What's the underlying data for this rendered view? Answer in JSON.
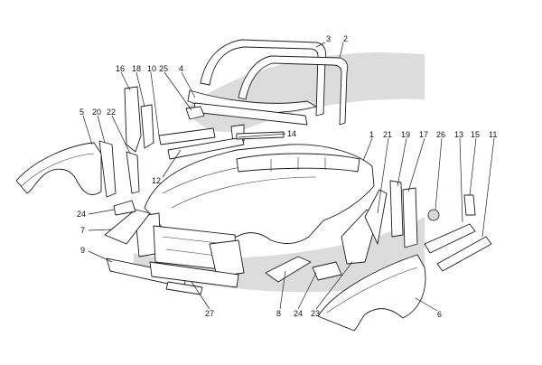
{
  "diagram": {
    "colors": {
      "background": "#ffffff",
      "swoosh": "#dcdcdc",
      "line": "#1c1c1c",
      "shade": "#d6d6d6"
    },
    "callouts": [
      {
        "id": "c1",
        "label": "1"
      },
      {
        "id": "c2",
        "label": "2"
      },
      {
        "id": "c3",
        "label": "3"
      },
      {
        "id": "c4",
        "label": "4"
      },
      {
        "id": "c5",
        "label": "5"
      },
      {
        "id": "c6",
        "label": "6"
      },
      {
        "id": "c7",
        "label": "7"
      },
      {
        "id": "c8",
        "label": "8"
      },
      {
        "id": "c9",
        "label": "9"
      },
      {
        "id": "c10",
        "label": "10"
      },
      {
        "id": "c11",
        "label": "11"
      },
      {
        "id": "c12",
        "label": "12"
      },
      {
        "id": "c13",
        "label": "13"
      },
      {
        "id": "c14",
        "label": "14"
      },
      {
        "id": "c15",
        "label": "15"
      },
      {
        "id": "c16",
        "label": "16"
      },
      {
        "id": "c17",
        "label": "17"
      },
      {
        "id": "c18",
        "label": "18"
      },
      {
        "id": "c19",
        "label": "19"
      },
      {
        "id": "c20",
        "label": "20"
      },
      {
        "id": "c21",
        "label": "21"
      },
      {
        "id": "c22",
        "label": "22"
      },
      {
        "id": "c23",
        "label": "23"
      },
      {
        "id": "c24a",
        "label": "24"
      },
      {
        "id": "c24b",
        "label": "24"
      },
      {
        "id": "c25",
        "label": "25"
      },
      {
        "id": "c26",
        "label": "26"
      },
      {
        "id": "c27",
        "label": "27"
      }
    ]
  }
}
